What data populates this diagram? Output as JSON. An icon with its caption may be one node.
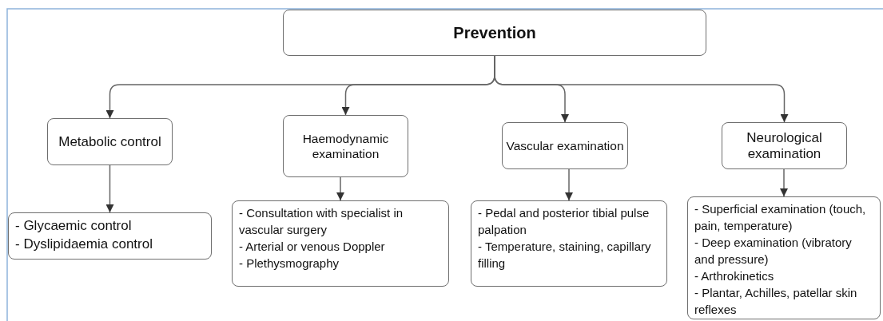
{
  "diagram": {
    "nodes": [
      {
        "text": [
          "Prevention"
        ]
      },
      {
        "text": [
          "Metabolic control"
        ]
      },
      {
        "text": [
          "Haemodynamic examination"
        ]
      },
      {
        "text": [
          "Vascular examination"
        ]
      },
      {
        "text": [
          "Neurological examination"
        ]
      },
      {
        "text": [
          "- Glycaemic control",
          "- Dyslipidaemia control"
        ]
      },
      {
        "text": [
          "- Consultation with specialist in vascular surgery",
          "- Arterial or venous Doppler",
          "- Plethysmography"
        ]
      },
      {
        "text": [
          "- Pedal and posterior tibial pulse palpation",
          "- Temperature, staining, capillary filling"
        ]
      },
      {
        "text": [
          "- Superficial examination (touch, pain, temperature)",
          "- Deep examination (vibratory and pressure)",
          "- Arthrokinetics",
          "- Plantar, Achilles, patellar skin reflexes"
        ]
      }
    ],
    "edges": [
      {
        "from": 0,
        "to": 1,
        "arrow": "to"
      },
      {
        "from": 0,
        "to": 2,
        "arrow": "to"
      },
      {
        "from": 0,
        "to": 3,
        "arrow": "to"
      },
      {
        "from": 0,
        "to": 4,
        "arrow": "to"
      },
      {
        "from": 1,
        "to": 5,
        "arrow": "to"
      },
      {
        "from": 2,
        "to": 6,
        "arrow": "to"
      },
      {
        "from": 3,
        "to": 7,
        "arrow": "to"
      },
      {
        "from": 4,
        "to": 8,
        "arrow": "to"
      }
    ]
  }
}
